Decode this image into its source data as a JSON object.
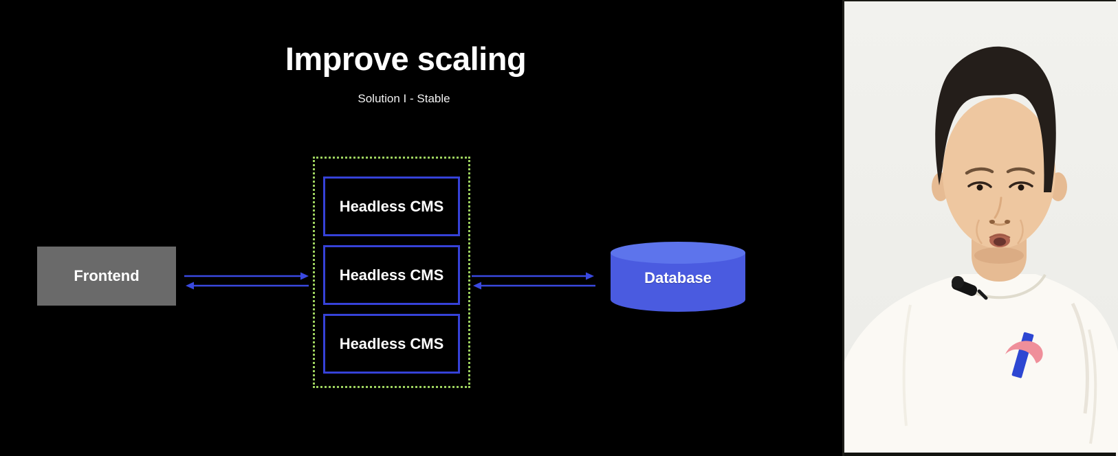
{
  "slide": {
    "title": "Improve scaling",
    "subtitle": "Solution I - Stable",
    "frontend": {
      "label": "Frontend"
    },
    "cms_boxes": [
      {
        "label": "Headless CMS"
      },
      {
        "label": "Headless CMS"
      },
      {
        "label": "Headless CMS"
      }
    ],
    "database": {
      "label": "Database"
    },
    "colors": {
      "background": "#000000",
      "title_text": "#ffffff",
      "arrow_blue": "#3a49e0",
      "cms_border_blue": "#3642d8",
      "cluster_dotted_green": "#9ed35f",
      "frontend_gray": "#6a6a6a",
      "database_body_blue": "#4a5be0",
      "database_top_blue": "#5d74ec"
    }
  },
  "webcam": {
    "content": "presenter",
    "colors": {
      "background": "#f0f0ec",
      "shirt": "#fbf9f4",
      "logo_blue": "#2d47d2",
      "logo_pink": "#ef8f9a"
    }
  }
}
